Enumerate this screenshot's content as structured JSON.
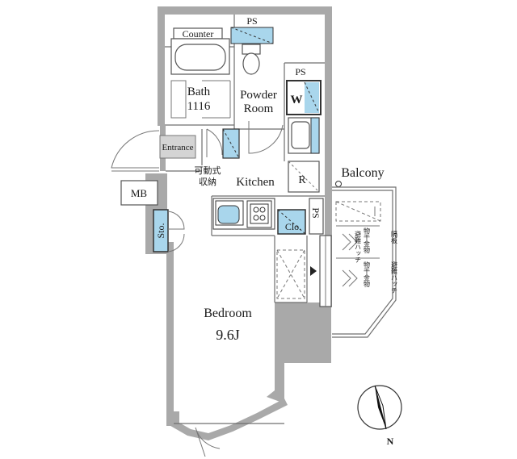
{
  "rooms": {
    "counter": "Counter",
    "ps_top": "PS",
    "ps_right": "PS",
    "bath_title": "Bath",
    "bath_size": "1116",
    "powder_line1": "Powder",
    "powder_line2": "Room",
    "washer": "W",
    "entrance": "Entrance",
    "mb": "MB",
    "movable_line1": "可動式",
    "movable_line2": "収納",
    "kitchen": "Kitchen",
    "fridge": "R",
    "ps_kitchen": "PS",
    "storage": "Sto.",
    "closet": "Clo.",
    "bedroom_title": "Bedroom",
    "bedroom_size": "9.6J",
    "balcony": "Balcony"
  },
  "balcony_notes": [
    "物干金物",
    "避難ハッチ",
    "隔板",
    "物干金物",
    "避難ハッチ"
  ],
  "compass": {
    "label": "N"
  },
  "colors": {
    "wall": "#a9a9a9",
    "fixture_blue": "#a9d6ec",
    "line": "#777777"
  }
}
